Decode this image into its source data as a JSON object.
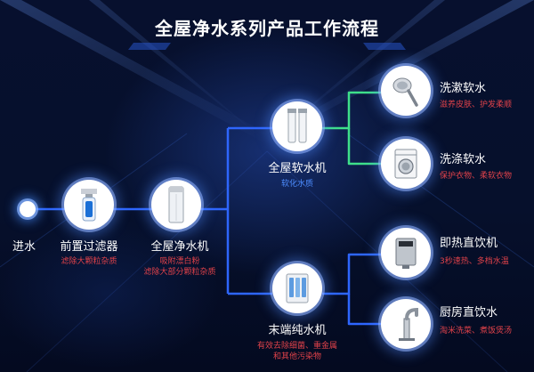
{
  "title": "全屋净水系列产品工作流程",
  "colors": {
    "background": "#06102c",
    "wire_blue": "#2e66ff",
    "wire_green": "#3ee08a",
    "subtitle_blue": "#4d8dff",
    "subtitle_red": "#e0424a"
  },
  "inlet": {
    "label": "进水"
  },
  "nodes": {
    "pre_filter": {
      "label": "前置过滤器",
      "sub": "滤除大颗粒杂质",
      "icon": "pre-filter-icon"
    },
    "whole_purifier": {
      "label": "全屋净水机",
      "sub": [
        "吸附漂白粉",
        "滤除大部分颗粒杂质"
      ],
      "icon": "whole-house-purifier-icon"
    },
    "softener": {
      "label": "全屋软水机",
      "sub": "软化水质",
      "icon": "water-softener-icon"
    },
    "terminal_purifier": {
      "label": "末端纯水机",
      "sub": [
        "有效去除细菌、重金属",
        "和其他污染物"
      ],
      "icon": "terminal-purifier-icon"
    },
    "wash_soft": {
      "label": "洗漱软水",
      "sub": "滋养皮肤、护发柔顺",
      "icon": "shower-head-icon"
    },
    "laundry_soft": {
      "label": "洗涤软水",
      "sub": "保护衣物、柔软衣物",
      "icon": "washing-machine-icon"
    },
    "instant_drink": {
      "label": "即热直饮机",
      "sub": "3秒速热、多档水温",
      "icon": "instant-heater-icon"
    },
    "kitchen_drink": {
      "label": "厨房直饮水",
      "sub": "淘米洗菜、煮饭煲汤",
      "icon": "kitchen-faucet-icon"
    }
  }
}
